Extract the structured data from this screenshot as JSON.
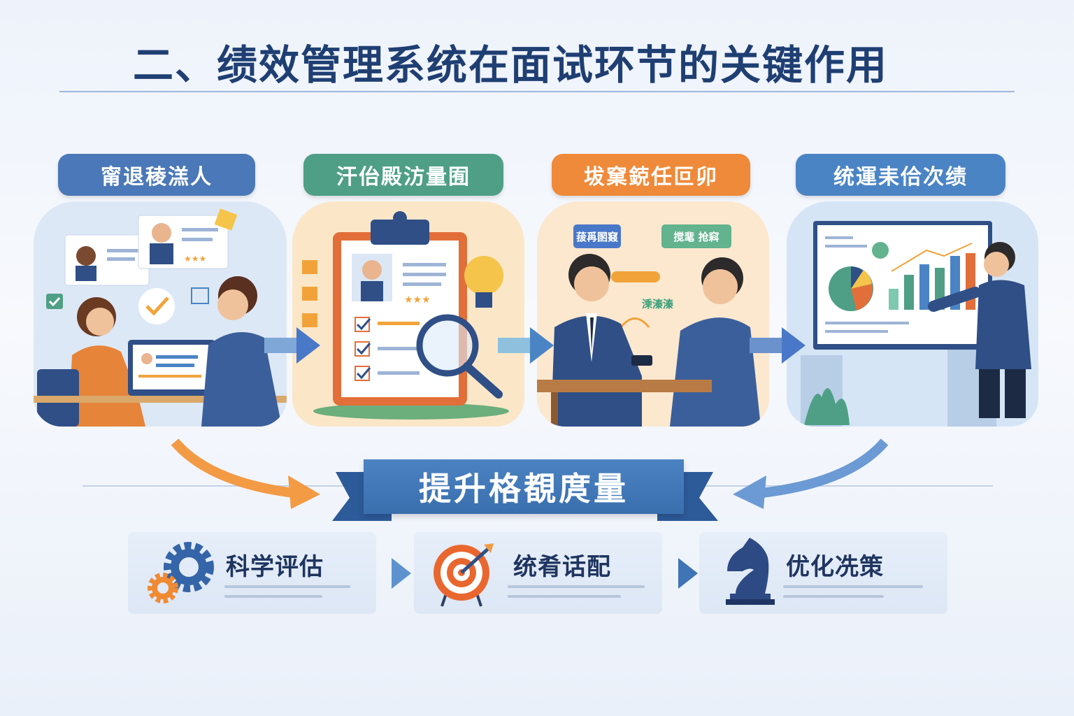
{
  "title": "二、绩效管理系统在面试环节的关键作用",
  "steps": [
    {
      "label": "甯退稜溔人",
      "color": "#4a78b8"
    },
    {
      "label": "汗佁殿汸量囿",
      "color": "#4e9f86"
    },
    {
      "label": "坺窠鋴任叵卯",
      "color": "#ef8a3a",
      "tags": [
        "菝爯圂窡",
        "搅靟 抢窲"
      ],
      "note": "溗溱溱"
    },
    {
      "label": "统運耒佮次绩",
      "color": "#4a84c4"
    }
  ],
  "banner": {
    "label": "提升格覩庹量",
    "color": "#3f74b5"
  },
  "benefits": [
    {
      "label": "科学评估",
      "icon": "gears-icon"
    },
    {
      "label": "统肴话配",
      "icon": "target-icon"
    },
    {
      "label": "优化冼策",
      "icon": "chess-knight-icon"
    }
  ],
  "colors": {
    "title": "#1f3f73",
    "orange": "#ef8a3a",
    "blue": "#3f74b5",
    "green": "#4e9f86"
  }
}
